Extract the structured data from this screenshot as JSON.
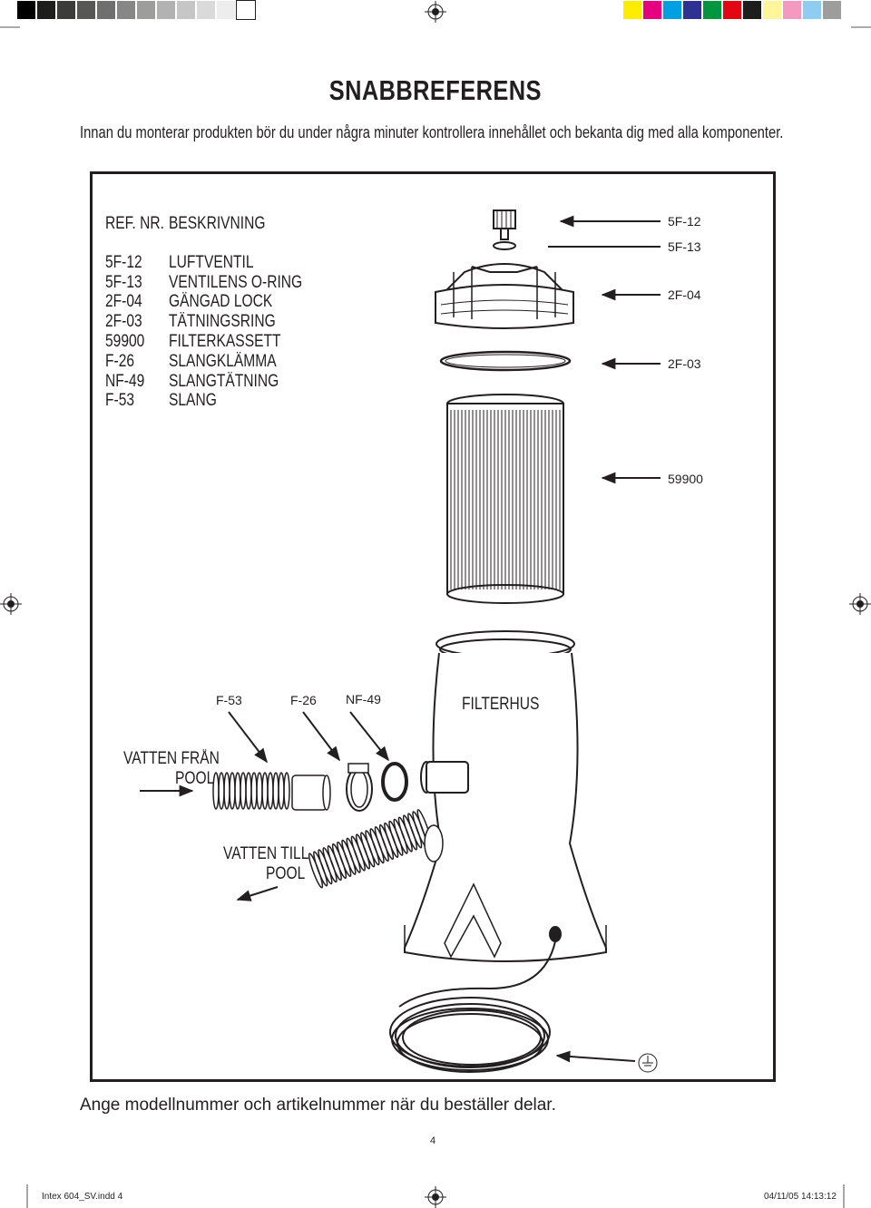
{
  "title": "SNABBREFERENS",
  "intro": "Innan du monterar produkten bör du under några minuter kontrollera innehållet och bekanta dig med alla komponenter.",
  "parts_table": {
    "header_ref": "REF. NR.",
    "header_desc": "BESKRIVNING",
    "rows": [
      {
        "ref": "5F-12",
        "desc": "LUFTVENTIL"
      },
      {
        "ref": "5F-13",
        "desc": "VENTILENS O-RING"
      },
      {
        "ref": "2F-04",
        "desc": "GÄNGAD  LOCK"
      },
      {
        "ref": "2F-03",
        "desc": "TÄTNINGSRING"
      },
      {
        "ref": "59900",
        "desc": "FILTERKASSETT"
      },
      {
        "ref": "F-26",
        "desc": "SLANGKLÄMMA"
      },
      {
        "ref": "NF-49",
        "desc": "SLANGTÄTNING"
      },
      {
        "ref": "F-53",
        "desc": "SLANG"
      }
    ]
  },
  "callouts": {
    "c5f12": "5F-12",
    "c5f13": "5F-13",
    "c2f04": "2F-04",
    "c2f03": "2F-03",
    "c59900": "59900",
    "cf53": "F-53",
    "cf26": "F-26",
    "cnf49": "NF-49",
    "filterhus": "FILTERHUS",
    "vatten_fran_1": "VATTEN FRÅN",
    "vatten_fran_2": "POOL",
    "vatten_till_1": "VATTEN TILL",
    "vatten_till_2": "POOL"
  },
  "footer_note": "Ange modellnummer och artikelnummer när du beställer delar.",
  "page_number": "4",
  "slug_left": "Intex 604_SV.indd   4",
  "slug_right": "04/11/05   14:13:12",
  "colors": {
    "ink": "#231f20",
    "swatches": [
      "#ffed00",
      "#e6007e",
      "#00a0e3",
      "#2e3191",
      "#009640",
      "#e30613",
      "#1d1d1b",
      "#fff59a",
      "#f49ac1",
      "#8ecdf1",
      "#9d9d9c"
    ],
    "grays": [
      "#000000",
      "#1d1d1b",
      "#3c3c3b",
      "#575756",
      "#706f6f",
      "#878787",
      "#9d9d9c",
      "#b2b2b2",
      "#c6c6c6",
      "#dadada",
      "#ededed",
      "#ffffff"
    ]
  }
}
